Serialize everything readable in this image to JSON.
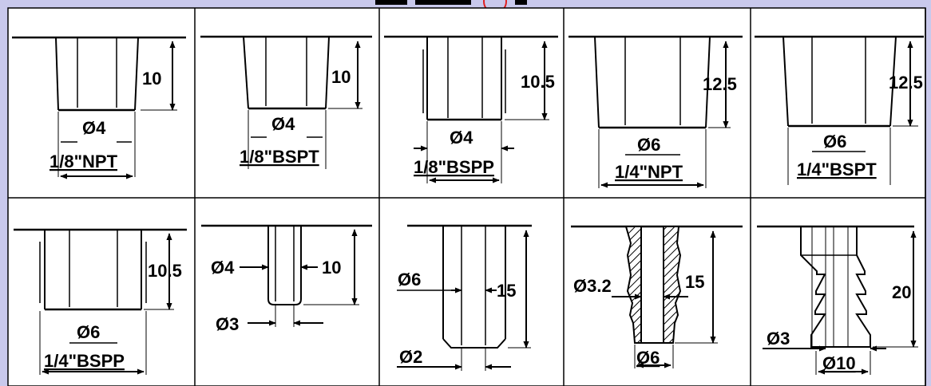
{
  "colors": {
    "background": "#c9c9ec",
    "cell": "#ffffff",
    "line": "#000000"
  },
  "rows": [
    [
      {
        "height": "10",
        "dia": "Ø4",
        "thread": "1/8\"NPT"
      },
      {
        "height": "10",
        "dia": "Ø4",
        "thread": "1/8\"BSPT"
      },
      {
        "height": "10.5",
        "dia": "Ø4",
        "thread": "1/8\"BSPP"
      },
      {
        "height": "12.5",
        "dia": "Ø6",
        "thread": "1/4\"NPT"
      },
      {
        "height": "12.5",
        "dia": "Ø6",
        "thread": "1/4\"BSPT"
      }
    ],
    [
      {
        "height": "10.5",
        "dia": "Ø6",
        "thread": "1/4\"BSPP"
      },
      {
        "height": "10",
        "outer": "Ø4",
        "inner": "Ø3"
      },
      {
        "height": "15",
        "outer": "Ø6",
        "inner": "Ø2"
      },
      {
        "height": "15",
        "outer": "Ø3.2",
        "inner": "Ø6"
      },
      {
        "height": "20",
        "outer": "Ø3",
        "inner": "Ø10"
      }
    ]
  ]
}
